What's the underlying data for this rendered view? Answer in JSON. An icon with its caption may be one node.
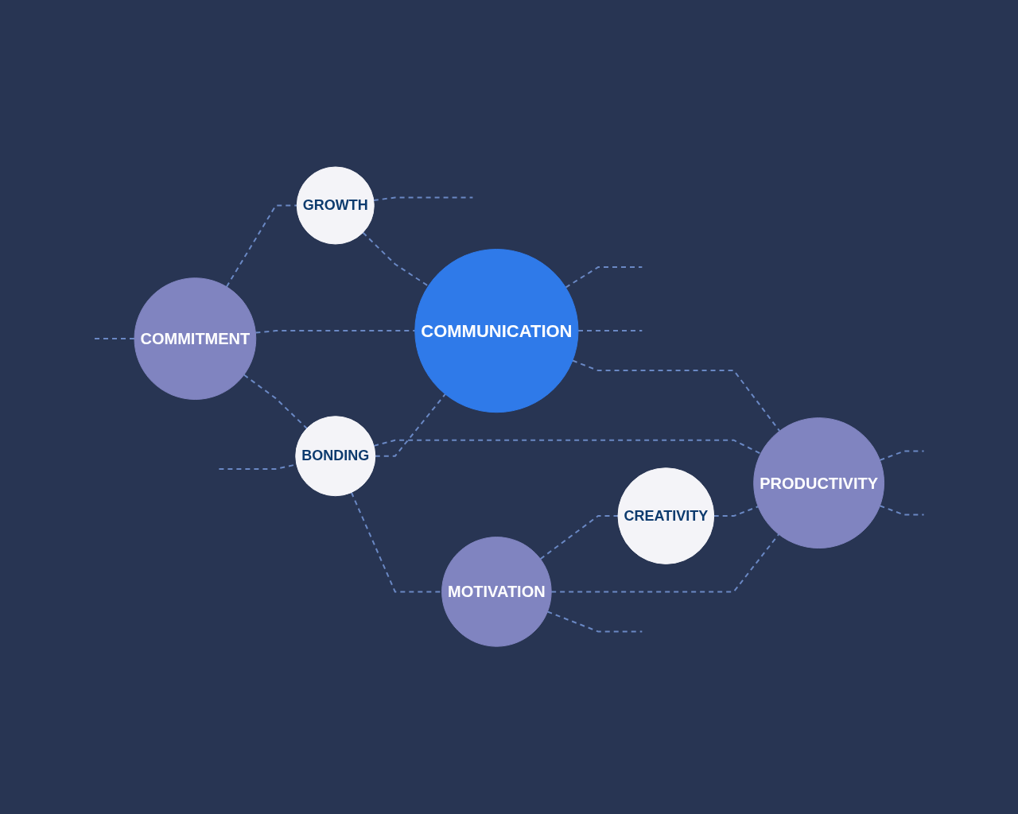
{
  "diagram": {
    "nodes": [
      {
        "text": [
          "MOTIVATION"
        ]
      },
      {
        "text": [
          "BONDING"
        ]
      },
      {
        "text": [
          "COMMITMENT"
        ]
      },
      {
        "text": [
          "CREATIVITY"
        ]
      },
      {
        "text": [
          "PRODUCTIVITY"
        ]
      },
      {
        "text": [
          "COMMUNICATION"
        ]
      },
      {
        "text": [
          "GROWTH"
        ]
      }
    ],
    "edges": [
      {
        "from": null,
        "to": 2,
        "arrow": "none",
        "style": "dashed"
      },
      {
        "from": null,
        "to": 1,
        "arrow": "none",
        "style": "dashed"
      },
      {
        "from": 0,
        "to": null,
        "arrow": "none",
        "style": "dashed"
      },
      {
        "from": 2,
        "to": 1,
        "arrow": "none",
        "style": "dashed"
      },
      {
        "from": 1,
        "to": 0,
        "arrow": "none",
        "style": "dashed"
      },
      {
        "from": 1,
        "to": 5,
        "arrow": "none",
        "style": "dashed"
      },
      {
        "from": 1,
        "to": 4,
        "arrow": "none",
        "style": "dashed"
      },
      {
        "from": 0,
        "to": 4,
        "arrow": "none",
        "style": "dashed"
      },
      {
        "from": 0,
        "to": 3,
        "arrow": "none",
        "style": "dashed"
      },
      {
        "from": 3,
        "to": 4,
        "arrow": "none",
        "style": "dashed"
      },
      {
        "from": 2,
        "to": 5,
        "arrow": "none",
        "style": "dashed"
      },
      {
        "from": 2,
        "to": 6,
        "arrow": "none",
        "style": "dashed"
      },
      {
        "from": 6,
        "to": 5,
        "arrow": "none",
        "style": "dashed"
      },
      {
        "from": 5,
        "to": 4,
        "arrow": "none",
        "style": "dashed"
      },
      {
        "from": 6,
        "to": null,
        "arrow": "none",
        "style": "dashed"
      },
      {
        "from": 5,
        "to": null,
        "arrow": "none",
        "style": "dashed"
      },
      {
        "from": 5,
        "to": null,
        "arrow": "none",
        "style": "dashed"
      },
      {
        "from": 4,
        "to": null,
        "arrow": "none",
        "style": "dashed"
      },
      {
        "from": 4,
        "to": null,
        "arrow": "none",
        "style": "dashed"
      }
    ]
  }
}
